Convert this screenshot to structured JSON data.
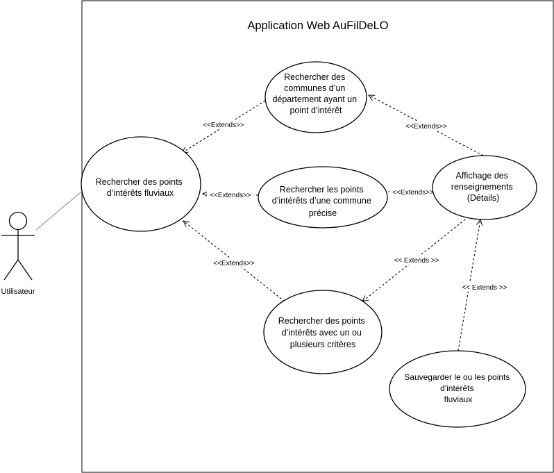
{
  "system": {
    "title": "Application Web AuFilDeLO"
  },
  "actor": {
    "label": "Utilisateur"
  },
  "use_cases": {
    "rechercher_points": [
      "Rechercher des points",
      "d’intérêts fluviaux"
    ],
    "rechercher_communes": [
      "Rechercher des",
      "communes d’un",
      "département ayant un",
      "point d’intérêt"
    ],
    "rechercher_commune_precise": [
      "Rechercher les points",
      "d’intérêts d’une commune",
      "précise"
    ],
    "affichage": [
      "Affichage des",
      "renseignements",
      "(Détails)"
    ],
    "rechercher_criteres": [
      "Rechercher des points",
      "d’intérêts avec un ou",
      "plusieurs critères"
    ],
    "sauvegarder": [
      "Sauvegarder le ou les points",
      "d'intérêts",
      "fluviaux"
    ]
  },
  "relations": {
    "communes_to_points": "<<Extends>>",
    "affichage_to_communes": "<<Extends>>",
    "commune_to_points": "<<Extends>>",
    "affichage_to_commune": "<<Extends>>",
    "criteres_to_points": "<<Extends>>",
    "affichage_to_criteres": "<< Extends >>",
    "sauvegarder_to_affichage": "<< Extends >>"
  }
}
